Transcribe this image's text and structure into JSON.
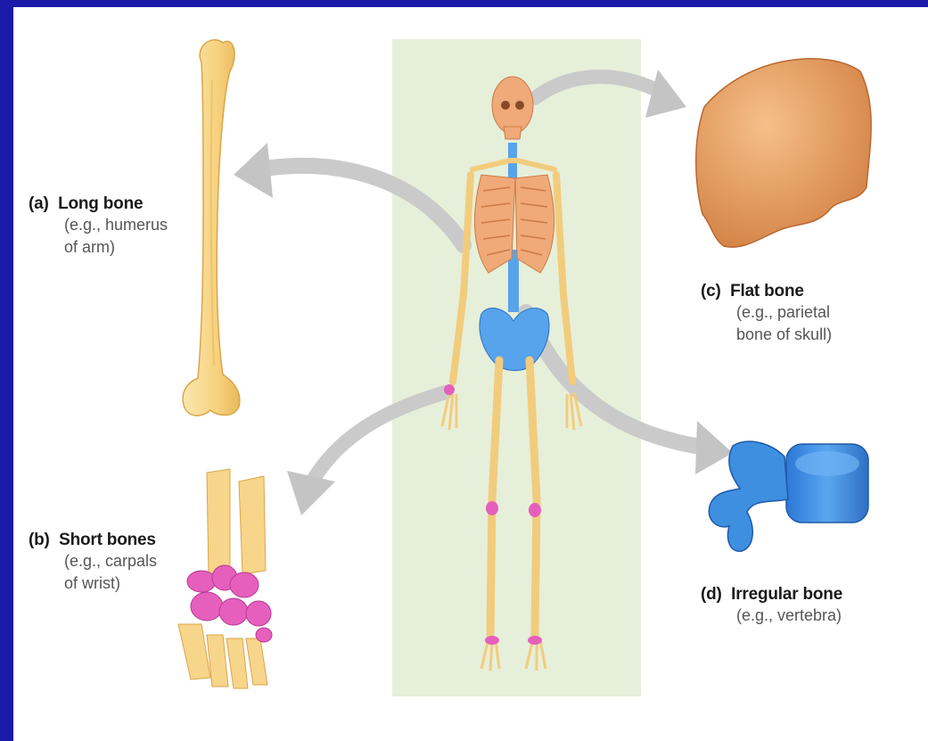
{
  "labels": {
    "a": {
      "letter": "(a)",
      "title": "Long bone",
      "desc": "(e.g., humerus\nof arm)"
    },
    "b": {
      "letter": "(b)",
      "title": "Short bones",
      "desc": "(e.g., carpals\nof wrist)"
    },
    "c": {
      "letter": "(c)",
      "title": "Flat bone",
      "desc": "(e.g., parietal\nbone of skull)"
    },
    "d": {
      "letter": "(d)",
      "title": "Irregular bone",
      "desc": "(e.g., vertebra)"
    }
  },
  "colors": {
    "background": "#1c1aa8",
    "panel": "#e6efd9",
    "long_bone": "#f7d58a",
    "flat_bone": "#e39a5c",
    "irregular_bone": "#3f8fe0",
    "short_bones": "#e65fbd",
    "arrow": "#c8c8c8"
  }
}
